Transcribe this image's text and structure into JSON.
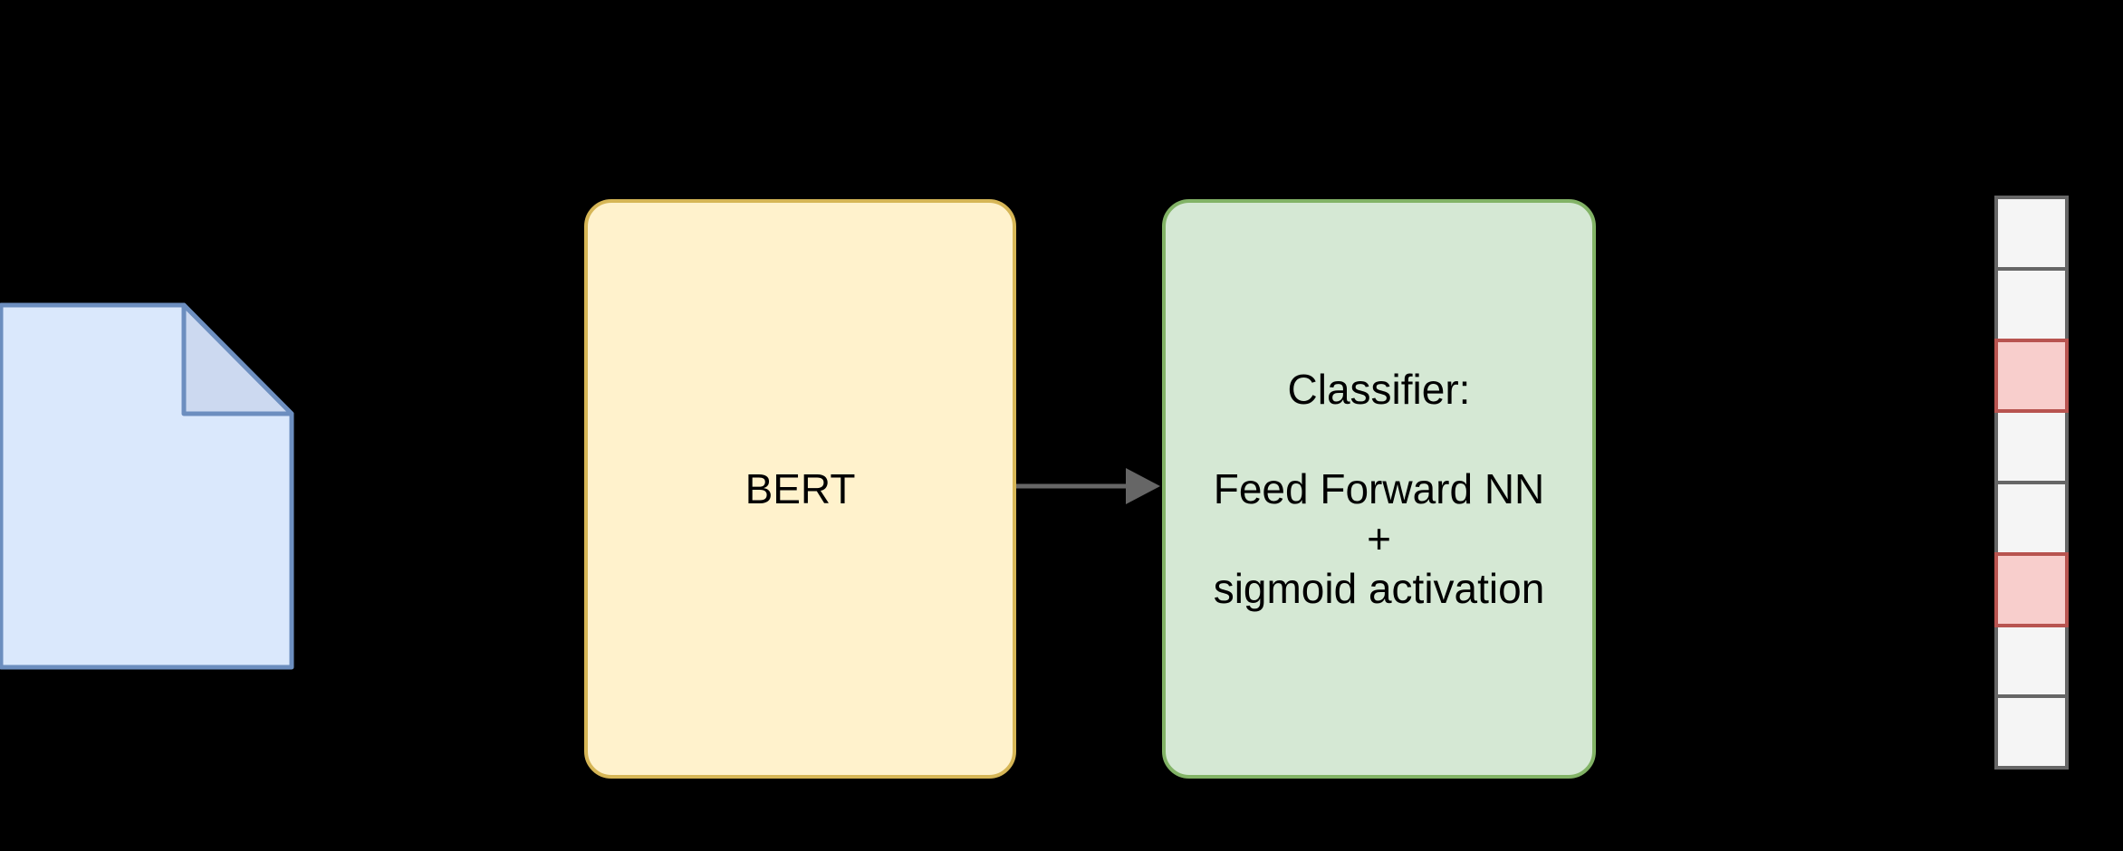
{
  "diagram": {
    "background_color": "#000000",
    "text_color": "#000000",
    "document_icon": {
      "fill": "#dae8fc",
      "fold_fill": "#ccd9f0",
      "stroke": "#6c8ebf"
    },
    "bert_box": {
      "label": "BERT",
      "fill": "#fff2cc",
      "stroke": "#d6b656"
    },
    "arrow": {
      "color": "#666666"
    },
    "classifier_box": {
      "fill": "#d5e8d4",
      "stroke": "#82b366",
      "lines": [
        "Classifier:",
        "",
        "Feed Forward NN",
        "+",
        "sigmoid activation"
      ]
    },
    "output_vector": {
      "cell_fill": "#f5f5f5",
      "cell_stroke": "#666666",
      "highlight_fill": "#f8cecc",
      "highlight_stroke": "#b85450",
      "cells": [
        {
          "highlighted": false
        },
        {
          "highlighted": false
        },
        {
          "highlighted": true
        },
        {
          "highlighted": false
        },
        {
          "highlighted": false
        },
        {
          "highlighted": true
        },
        {
          "highlighted": false
        },
        {
          "highlighted": false
        }
      ]
    }
  }
}
